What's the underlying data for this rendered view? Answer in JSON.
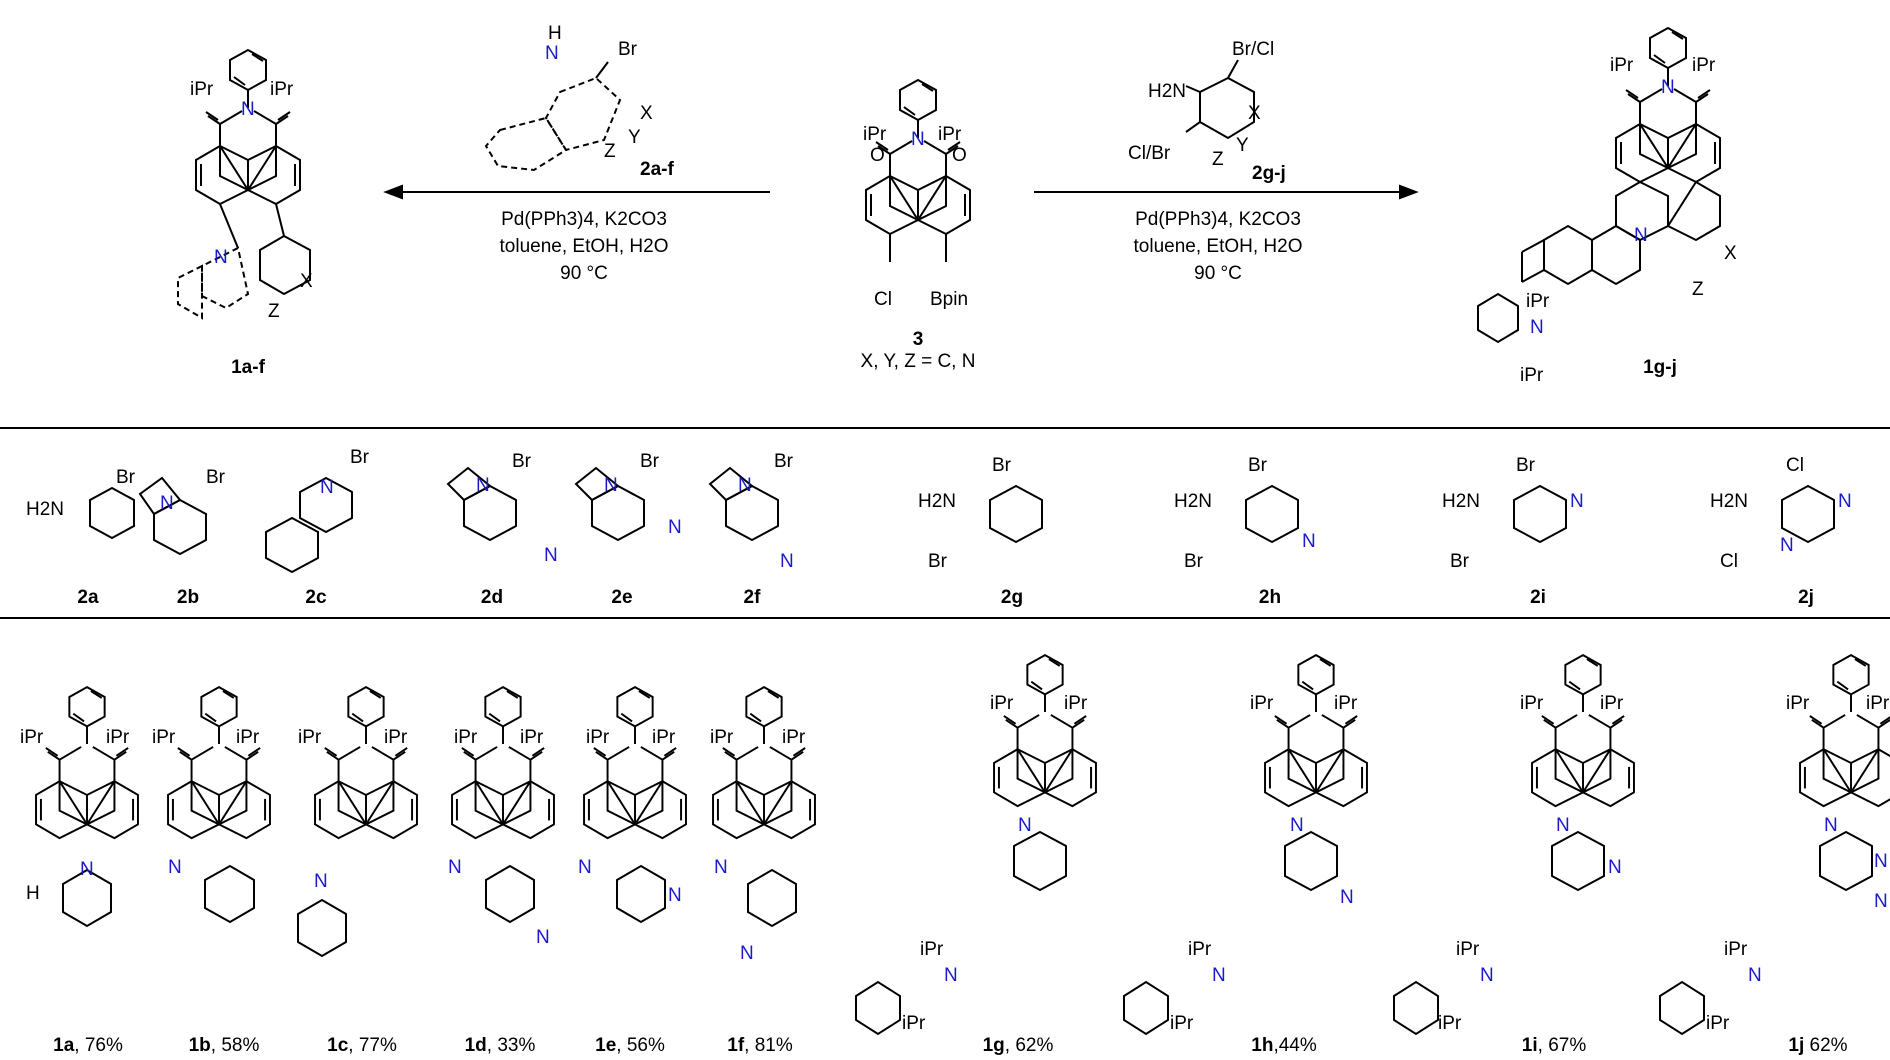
{
  "scheme": {
    "left_arrow": {
      "reagent": "2a-f",
      "conditions": [
        "Pd(PPh3)4, K2CO3",
        "toluene, EtOH, H2O",
        "90 °C"
      ]
    },
    "right_arrow": {
      "reagent": "2g-j",
      "conditions": [
        "Pd(PPh3)4, K2CO3",
        "toluene, EtOH, H2O",
        "90 °C"
      ]
    },
    "center": {
      "label": "3",
      "note": "X, Y, Z = C, N",
      "cl": "Cl",
      "bpin": "Bpin"
    },
    "left_product": "1a-f",
    "right_product": "1g-j"
  },
  "substrates": [
    {
      "label": "2a"
    },
    {
      "label": "2b"
    },
    {
      "label": "2c"
    },
    {
      "label": "2d"
    },
    {
      "label": "2e"
    },
    {
      "label": "2f"
    },
    {
      "label": "2g"
    },
    {
      "label": "2h"
    },
    {
      "label": "2i"
    },
    {
      "label": "2j"
    }
  ],
  "products": [
    {
      "label": "1a",
      "yield": ", 76%"
    },
    {
      "label": "1b",
      "yield": ", 58%"
    },
    {
      "label": "1c",
      "yield": ", 77%"
    },
    {
      "label": "1d",
      "yield": ", 33%"
    },
    {
      "label": "1e",
      "yield": ", 56%"
    },
    {
      "label": "1f",
      "yield": ", 81%"
    },
    {
      "label": "1g",
      "yield": ", 62%"
    },
    {
      "label": "1h",
      "yield": ",44%"
    },
    {
      "label": "1i",
      "yield": ", 67%"
    },
    {
      "label": "1j",
      "yield": " 62%"
    }
  ],
  "atoms": {
    "ipr": "iPr",
    "n": "N",
    "h": "H",
    "o": "O",
    "br": "Br",
    "cl": "Cl",
    "h2n": "H2N",
    "x": "X",
    "y": "Y",
    "z": "Z",
    "brcl": "Br/Cl",
    "clbr": "Cl/Br"
  }
}
